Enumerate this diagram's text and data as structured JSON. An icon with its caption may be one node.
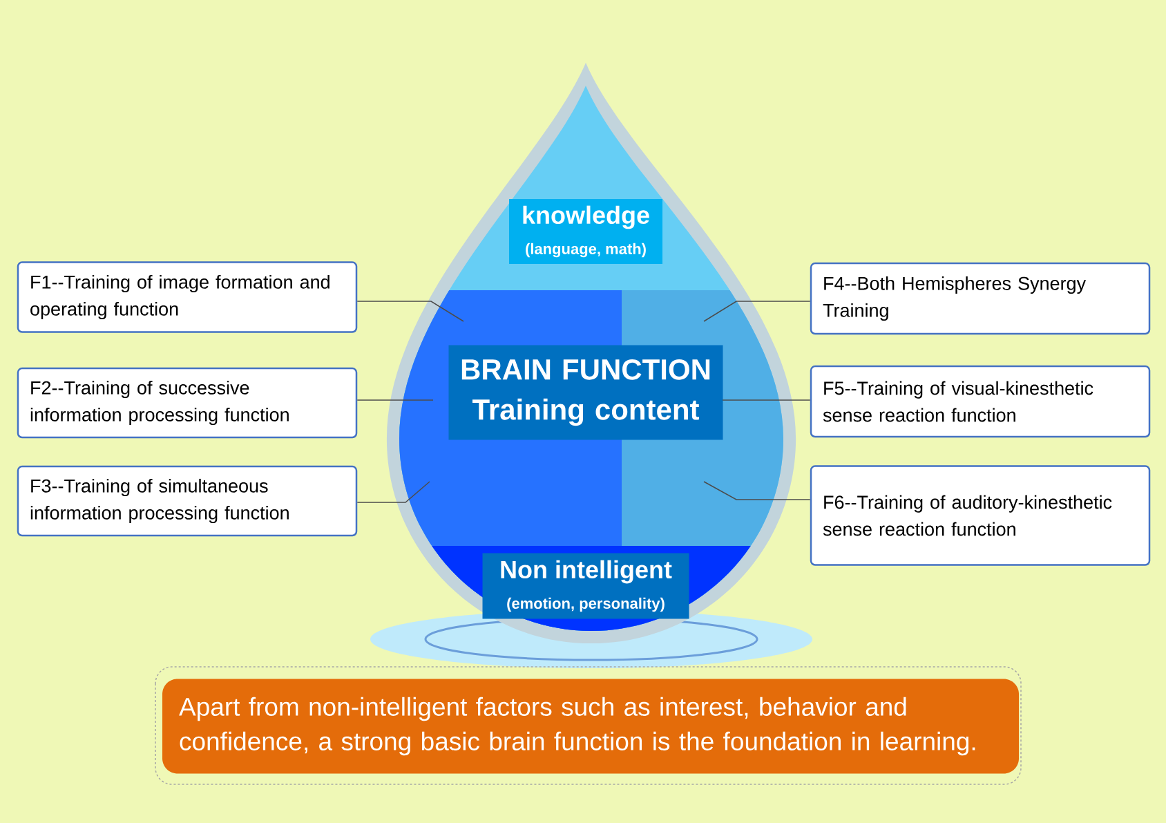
{
  "diagram": {
    "nodes": [
      {
        "text": [],
        "shape": "picture"
      },
      {
        "text": [
          "knowledge",
          "(language, math)"
        ],
        "in": 0
      },
      {
        "text": [
          "BRAIN FUNCTION Training content"
        ],
        "in": 0
      },
      {
        "text": [
          "Non intelligent",
          "(emotion, personality)"
        ],
        "in": 0
      },
      {
        "text": [
          "F1--Training of image formation and operating function"
        ]
      },
      {
        "text": [
          "F2--Training of successive information processing function"
        ]
      },
      {
        "text": [
          "F3--Training of simultaneous information processing function"
        ]
      },
      {
        "text": [
          "F4--Both Hemispheres Synergy Training"
        ]
      },
      {
        "text": [
          "F5--Training of visual-kinesthetic sense reaction function"
        ]
      },
      {
        "text": [
          "F6--Training of auditory-kinesthetic sense reaction function"
        ]
      },
      {
        "text": [
          "Apart from non-intelligent factors such as interest, behavior and confidence, a strong basic brain function is the foundation in learning."
        ]
      }
    ],
    "edges": [
      {
        "from": 4,
        "to": 0,
        "arrow": "none"
      },
      {
        "from": 5,
        "to": 0,
        "arrow": "none"
      },
      {
        "from": 6,
        "to": 0,
        "arrow": "none"
      },
      {
        "from": 7,
        "to": 0,
        "arrow": "none"
      },
      {
        "from": 8,
        "to": 0,
        "arrow": "none"
      },
      {
        "from": 9,
        "to": 0,
        "arrow": "none"
      }
    ]
  }
}
